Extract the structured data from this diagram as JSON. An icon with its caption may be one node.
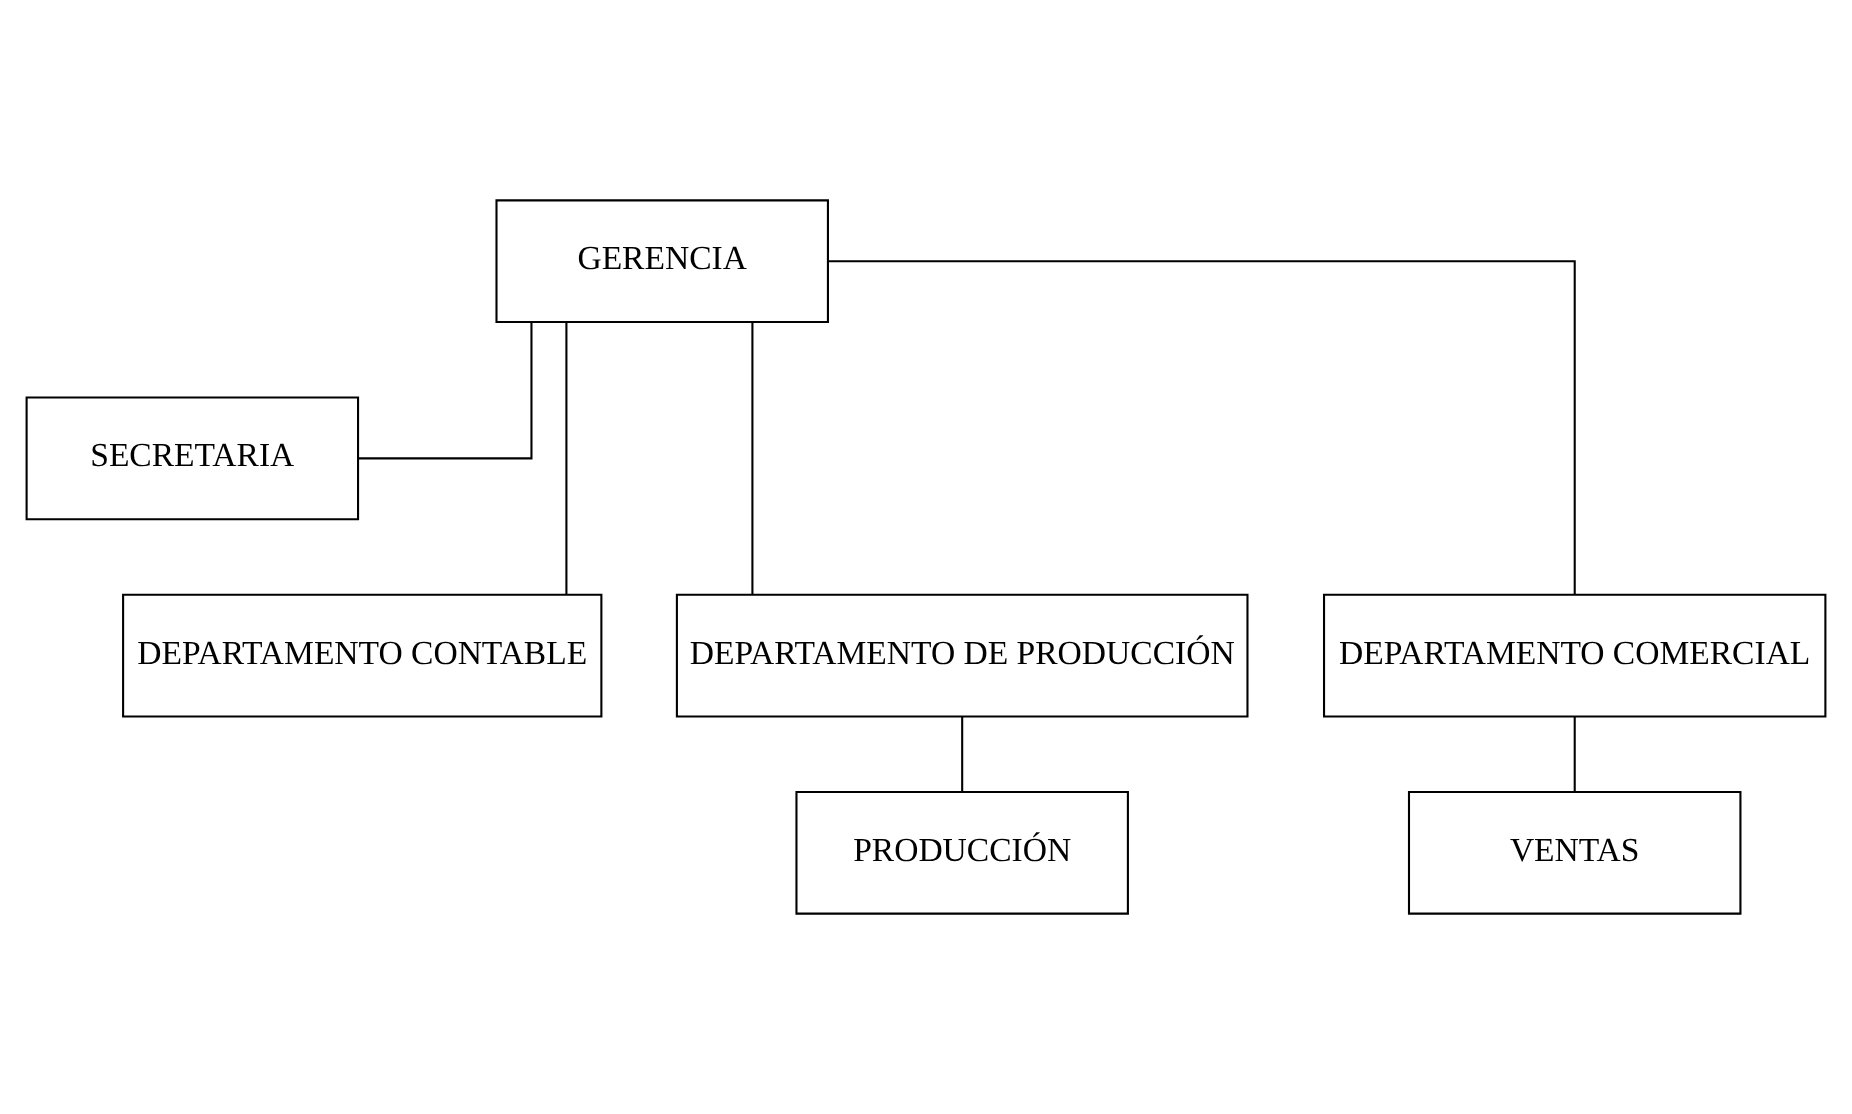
{
  "diagram": {
    "nodes": [
      {
        "text": [
          "GERENCIA"
        ]
      },
      {
        "text": [
          "SECRETARIA"
        ]
      },
      {
        "text": [
          "DEPARTAMENTO CONTABLE"
        ]
      },
      {
        "text": [
          "DEPARTAMENTO DE PRODUCCIÓN"
        ]
      },
      {
        "text": [
          "DEPARTAMENTO COMERCIAL"
        ]
      },
      {
        "text": [
          "PRODUCCIÓN"
        ]
      },
      {
        "text": [
          "VENTAS"
        ]
      }
    ],
    "edges": [
      {
        "from": 0,
        "to": 1,
        "arrow": "none"
      },
      {
        "from": 0,
        "to": 2,
        "arrow": "none"
      },
      {
        "from": 0,
        "to": 3,
        "arrow": "none"
      },
      {
        "from": 0,
        "to": 4,
        "arrow": "none"
      },
      {
        "from": 3,
        "to": 5,
        "arrow": "none"
      },
      {
        "from": 4,
        "to": 6,
        "arrow": "none"
      }
    ]
  }
}
